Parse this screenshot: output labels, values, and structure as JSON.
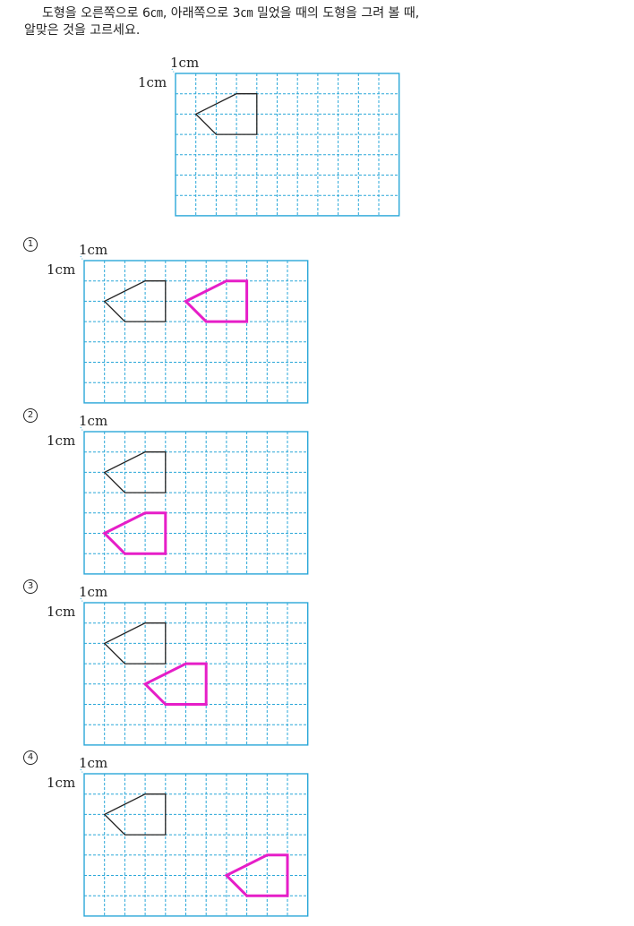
{
  "question": {
    "line1": "도형을 오른쪽으로 6㎝, 아래쪽으로 3㎝ 밀었을 때의 도형을 그려 볼 때,",
    "line2": "알맞은 것을 고르세요."
  },
  "grid": {
    "columns": 11,
    "rows": 7,
    "unit_label_top": "1cm",
    "unit_label_left": "1cm",
    "line_color": "#2aa7d8",
    "original_color": "#222222",
    "moved_color": "#e61ec8"
  },
  "original_shape": [
    [
      1,
      2
    ],
    [
      3,
      1
    ],
    [
      4,
      1
    ],
    [
      4,
      3
    ],
    [
      2,
      3
    ]
  ],
  "main_figure": {
    "original": true
  },
  "choices": [
    {
      "number": "1",
      "moved_shape": [
        [
          5,
          2
        ],
        [
          7,
          1
        ],
        [
          8,
          1
        ],
        [
          8,
          3
        ],
        [
          6,
          3
        ]
      ]
    },
    {
      "number": "2",
      "moved_shape": [
        [
          1,
          5
        ],
        [
          3,
          4
        ],
        [
          4,
          4
        ],
        [
          4,
          6
        ],
        [
          2,
          6
        ]
      ]
    },
    {
      "number": "3",
      "moved_shape": [
        [
          3,
          4
        ],
        [
          5,
          3
        ],
        [
          6,
          3
        ],
        [
          6,
          5
        ],
        [
          4,
          5
        ]
      ]
    },
    {
      "number": "4",
      "moved_shape": [
        [
          7,
          5
        ],
        [
          9,
          4
        ],
        [
          10,
          4
        ],
        [
          10,
          6
        ],
        [
          8,
          6
        ]
      ]
    }
  ]
}
